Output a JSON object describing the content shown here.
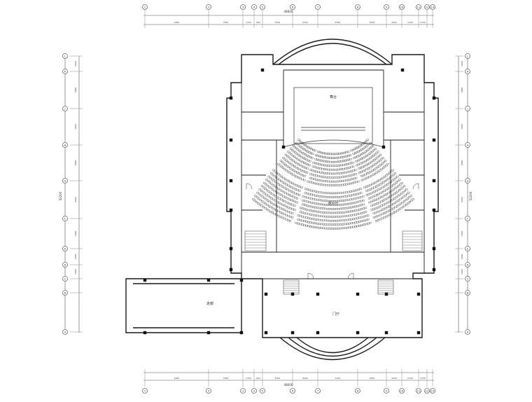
{
  "drawing": {
    "title": "",
    "stage_label": "舞台",
    "lobby_label": "门厅",
    "hall_label": "观众厅",
    "corridor_label": "走廊",
    "grid_top_labels": [
      "1",
      "2",
      "3",
      "4",
      "5",
      "6",
      "7",
      "8",
      "9",
      "10",
      "11",
      "12",
      "13"
    ],
    "grid_bottom_labels": [
      "1",
      "2",
      "3",
      "4",
      "5",
      "6",
      "7",
      "8",
      "9",
      "10",
      "11",
      "12",
      "13"
    ],
    "grid_left_labels": [
      "L",
      "K",
      "J",
      "H",
      "G",
      "F",
      "E",
      "D",
      "C",
      "B",
      "A"
    ],
    "grid_right_labels": [
      "L",
      "K",
      "J",
      "H",
      "G",
      "F",
      "E",
      "D",
      "C",
      "B",
      "A"
    ],
    "dim_top": [
      "9000",
      "7800",
      "2700",
      "600",
      "4500",
      "6300",
      "6300",
      "6300",
      "4500",
      "2100",
      "2700"
    ],
    "dim_bottom": [
      "9000",
      "7800",
      "2700",
      "600",
      "4500",
      "6300",
      "6300",
      "6300",
      "4500",
      "2100",
      "2700"
    ],
    "dim_total_top": "48600",
    "dim_total_bottom": "48600",
    "dim_left": [
      "3900",
      "7800",
      "7800",
      "6900",
      "6900",
      "3600",
      "3600",
      "7800"
    ],
    "dim_left_total": "52200",
    "dim_right": [
      "3900",
      "7800",
      "7800",
      "6900",
      "6900",
      "3600",
      "3600",
      "7800"
    ],
    "dim_right_total": "52200"
  },
  "colors": {
    "line": "#1a1a1a",
    "thin": "#555555",
    "grid": "#888888"
  }
}
